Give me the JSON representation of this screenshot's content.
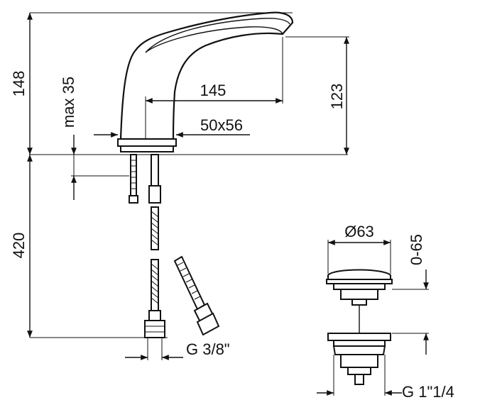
{
  "dimensions": {
    "total_height": "148",
    "max_thickness": "max 35",
    "spout_reach": "145",
    "spout_height": "123",
    "base_size": "50x56",
    "hose_length": "420",
    "hose_thread": "G 3/8\"",
    "waste_diameter": "Ø63",
    "waste_travel": "0-65",
    "waste_thread": "G 1\"1/4"
  },
  "colors": {
    "line": "#111111",
    "background": "#ffffff"
  }
}
